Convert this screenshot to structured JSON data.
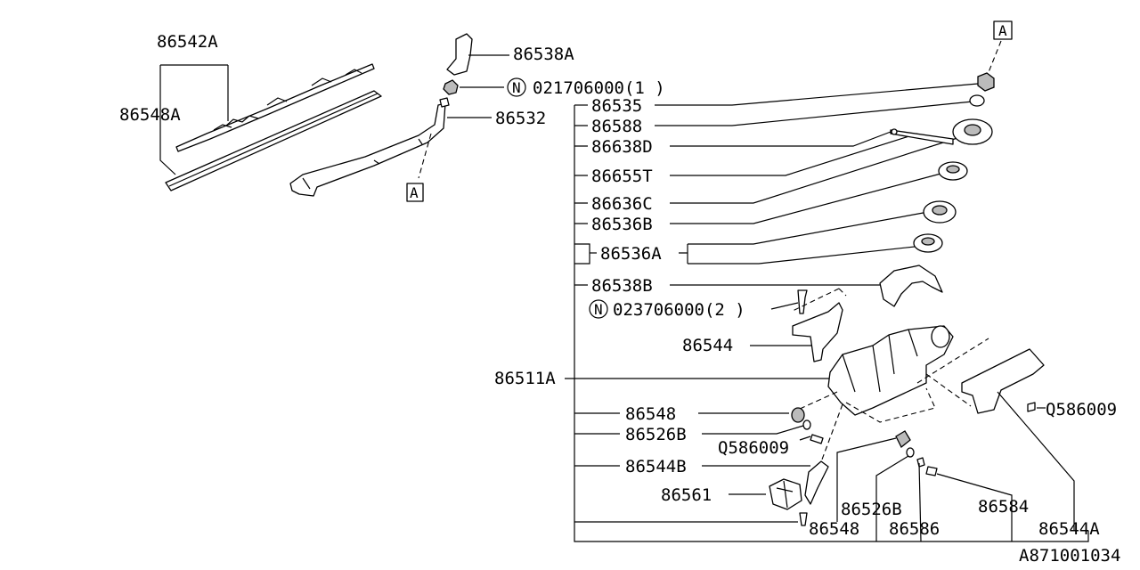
{
  "diagram": {
    "footer_code": "A871001034",
    "reference_marker": "A",
    "nut_symbol": "N",
    "labels": {
      "p86542A": "86542A",
      "p86548A": "86548A",
      "p86538A": "86538A",
      "p021706000": "021706000(1 )",
      "p86532": "86532",
      "p86535": "86535",
      "p86588": "86588",
      "p86638D": "86638D",
      "p86655T": "86655T",
      "p86636C": "86636C",
      "p86536B": "86536B",
      "p86536A": "86536A",
      "p86538B": "86538B",
      "p023706000": "023706000(2 )",
      "p86544": "86544",
      "p86511A": "86511A",
      "p86548": "86548",
      "p86526B": "86526B",
      "pQ586009a": "Q586009",
      "p86544B": "86544B",
      "p86561": "86561",
      "p86526B2": "86526B",
      "p86584": "86584",
      "pQ586009b": "Q586009",
      "p86548b": "86548",
      "p86586": "86586",
      "p86544A": "86544A"
    }
  }
}
